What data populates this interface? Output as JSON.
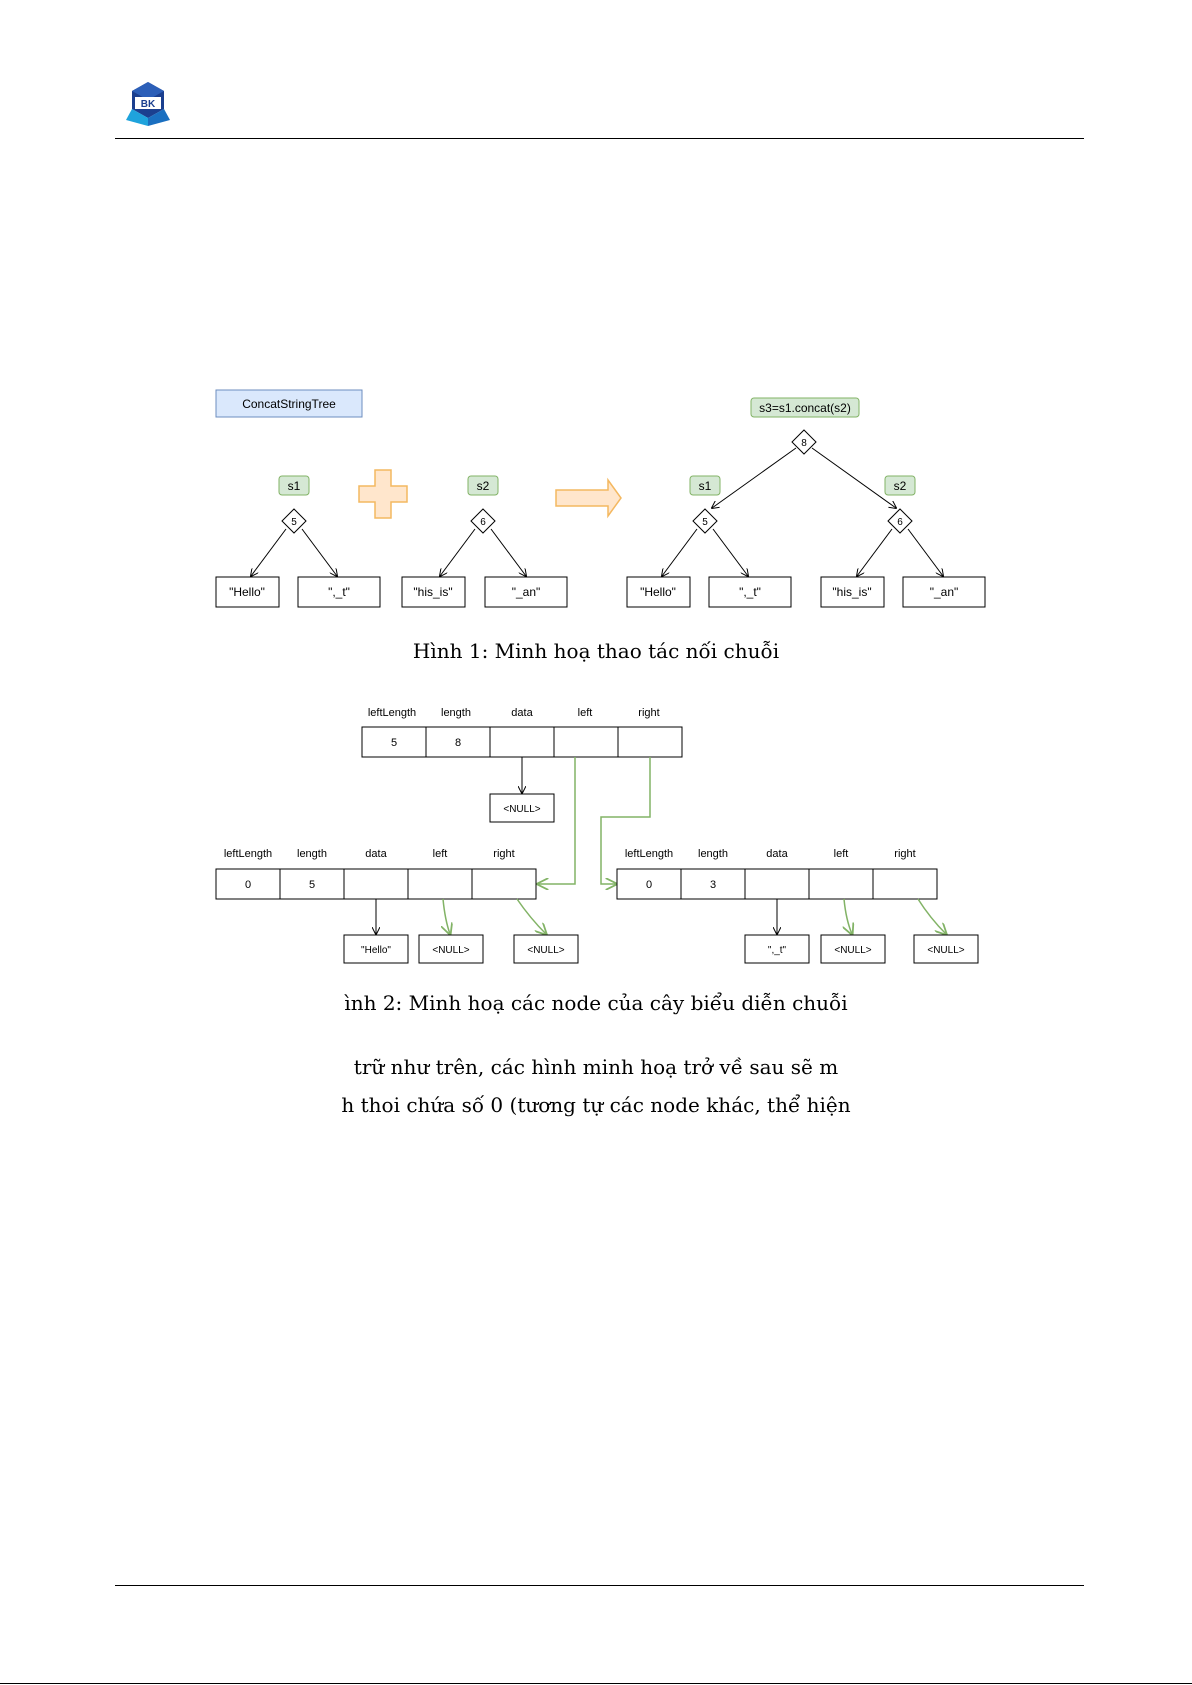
{
  "header": {
    "logo_text": "BK"
  },
  "figure1": {
    "title_box": "ConcatStringTree",
    "result_label": "s3=s1.concat(s2)",
    "root_value": "8",
    "s1_label": "s1",
    "s2_label": "s2",
    "s1_value": "5",
    "s2_value": "6",
    "leaves": [
      "\"Hello\"",
      "\",_t\"",
      "\"his_is\"",
      "\"_an\""
    ],
    "leaves_right": [
      "\"Hello\"",
      "\",_t\"",
      "\"his_is\"",
      "\"_an\""
    ],
    "caption": "Hình 1: Minh hoạ thao tác nối chuỗi"
  },
  "figure2": {
    "headers": [
      "leftLength",
      "length",
      "data",
      "left",
      "right"
    ],
    "root_values": [
      "5",
      "8"
    ],
    "left_node_values": [
      "0",
      "5"
    ],
    "right_node_values": [
      "0",
      "3"
    ],
    "null_label": "<NULL>",
    "left_data": "\"Hello\"",
    "right_data": "\",_t\"",
    "caption": "ình 2: Minh hoạ các node của cây biểu diễn chuỗi"
  },
  "body": {
    "line1": "trữ như trên, các hình minh hoạ trở về sau sẽ m",
    "line2": "h thoi chứa số 0 (tương tự các node khác, thể hiện"
  }
}
